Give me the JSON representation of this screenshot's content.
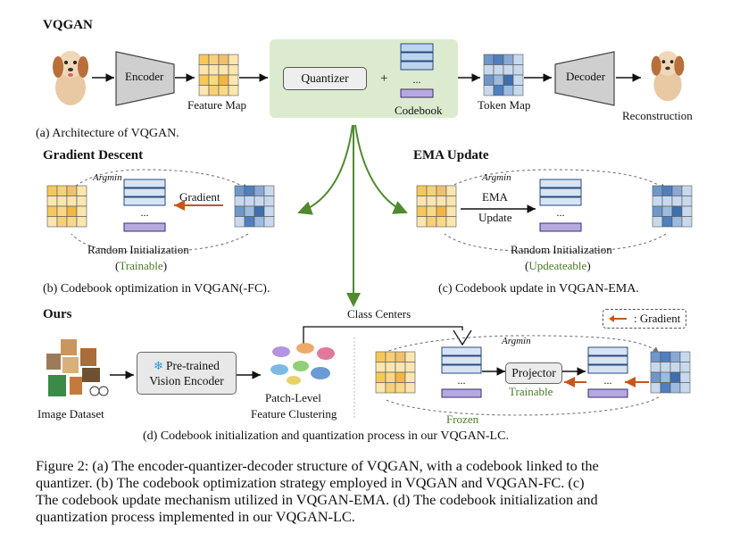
{
  "panel_a": {
    "title": "VQGAN",
    "encoder": "Encoder",
    "feature_map": "Feature Map",
    "quantizer": "Quantizer",
    "plus": "+",
    "codebook": "Codebook",
    "token_map": "Token Map",
    "decoder": "Decoder",
    "reconstruction": "Reconstruction",
    "caption": "(a) Architecture of VQGAN."
  },
  "panel_b": {
    "title": "Gradient Descent",
    "argmin": "Argmin",
    "gradient": "Gradient",
    "init": "Random Initialization",
    "trainable": "Trainable",
    "caption": "(b) Codebook optimization in VQGAN(-FC)."
  },
  "panel_c": {
    "title": "EMA Update",
    "argmin": "Argmin",
    "ema": "EMA",
    "update": "Update",
    "init": "Random Initialization",
    "updateable": "Updeateable",
    "caption": "(c) Codebook update in VQGAN-EMA."
  },
  "panel_d": {
    "title": "Ours",
    "class_centers": "Class Centers",
    "legend": ": Gradient",
    "image_dataset": "Image Dataset",
    "encoder_line1": "Pre-trained",
    "encoder_line2": "Vision Encoder",
    "cluster_line1": "Patch-Level",
    "cluster_line2": "Feature Clustering",
    "argmin": "Argmin",
    "projector": "Projector",
    "trainable": "Trainable",
    "frozen": "Frozen",
    "caption": "(d) Codebook initialization and quantization process in our VQGAN-LC."
  },
  "figure_caption": {
    "line1": "Figure 2: (a) The encoder-quantizer-decoder structure of VQGAN, with a codebook linked to the",
    "line2": "quantizer.  (b) The codebook optimization strategy employed in VQGAN and VQGAN-FC. (c)",
    "line3": "The codebook update mechanism utilized in VQGAN-EMA. (d) The codebook initialization and",
    "line4": "quantization process implemented in our VQGAN-LC."
  },
  "colors": {
    "yellow_grid": "#f6c85a",
    "blue_grid": "#6f97c9",
    "codebook_blue": "#bcd4ee",
    "codebook_purple": "#b7a9de",
    "arrow_green": "#4f8a2f",
    "arrow_orange": "#c8561a",
    "quantizer_bg": "#dcebcf"
  },
  "icons": [
    "dog-image",
    "snowflake-icon",
    "cluster-scatter",
    "animal-collage"
  ]
}
